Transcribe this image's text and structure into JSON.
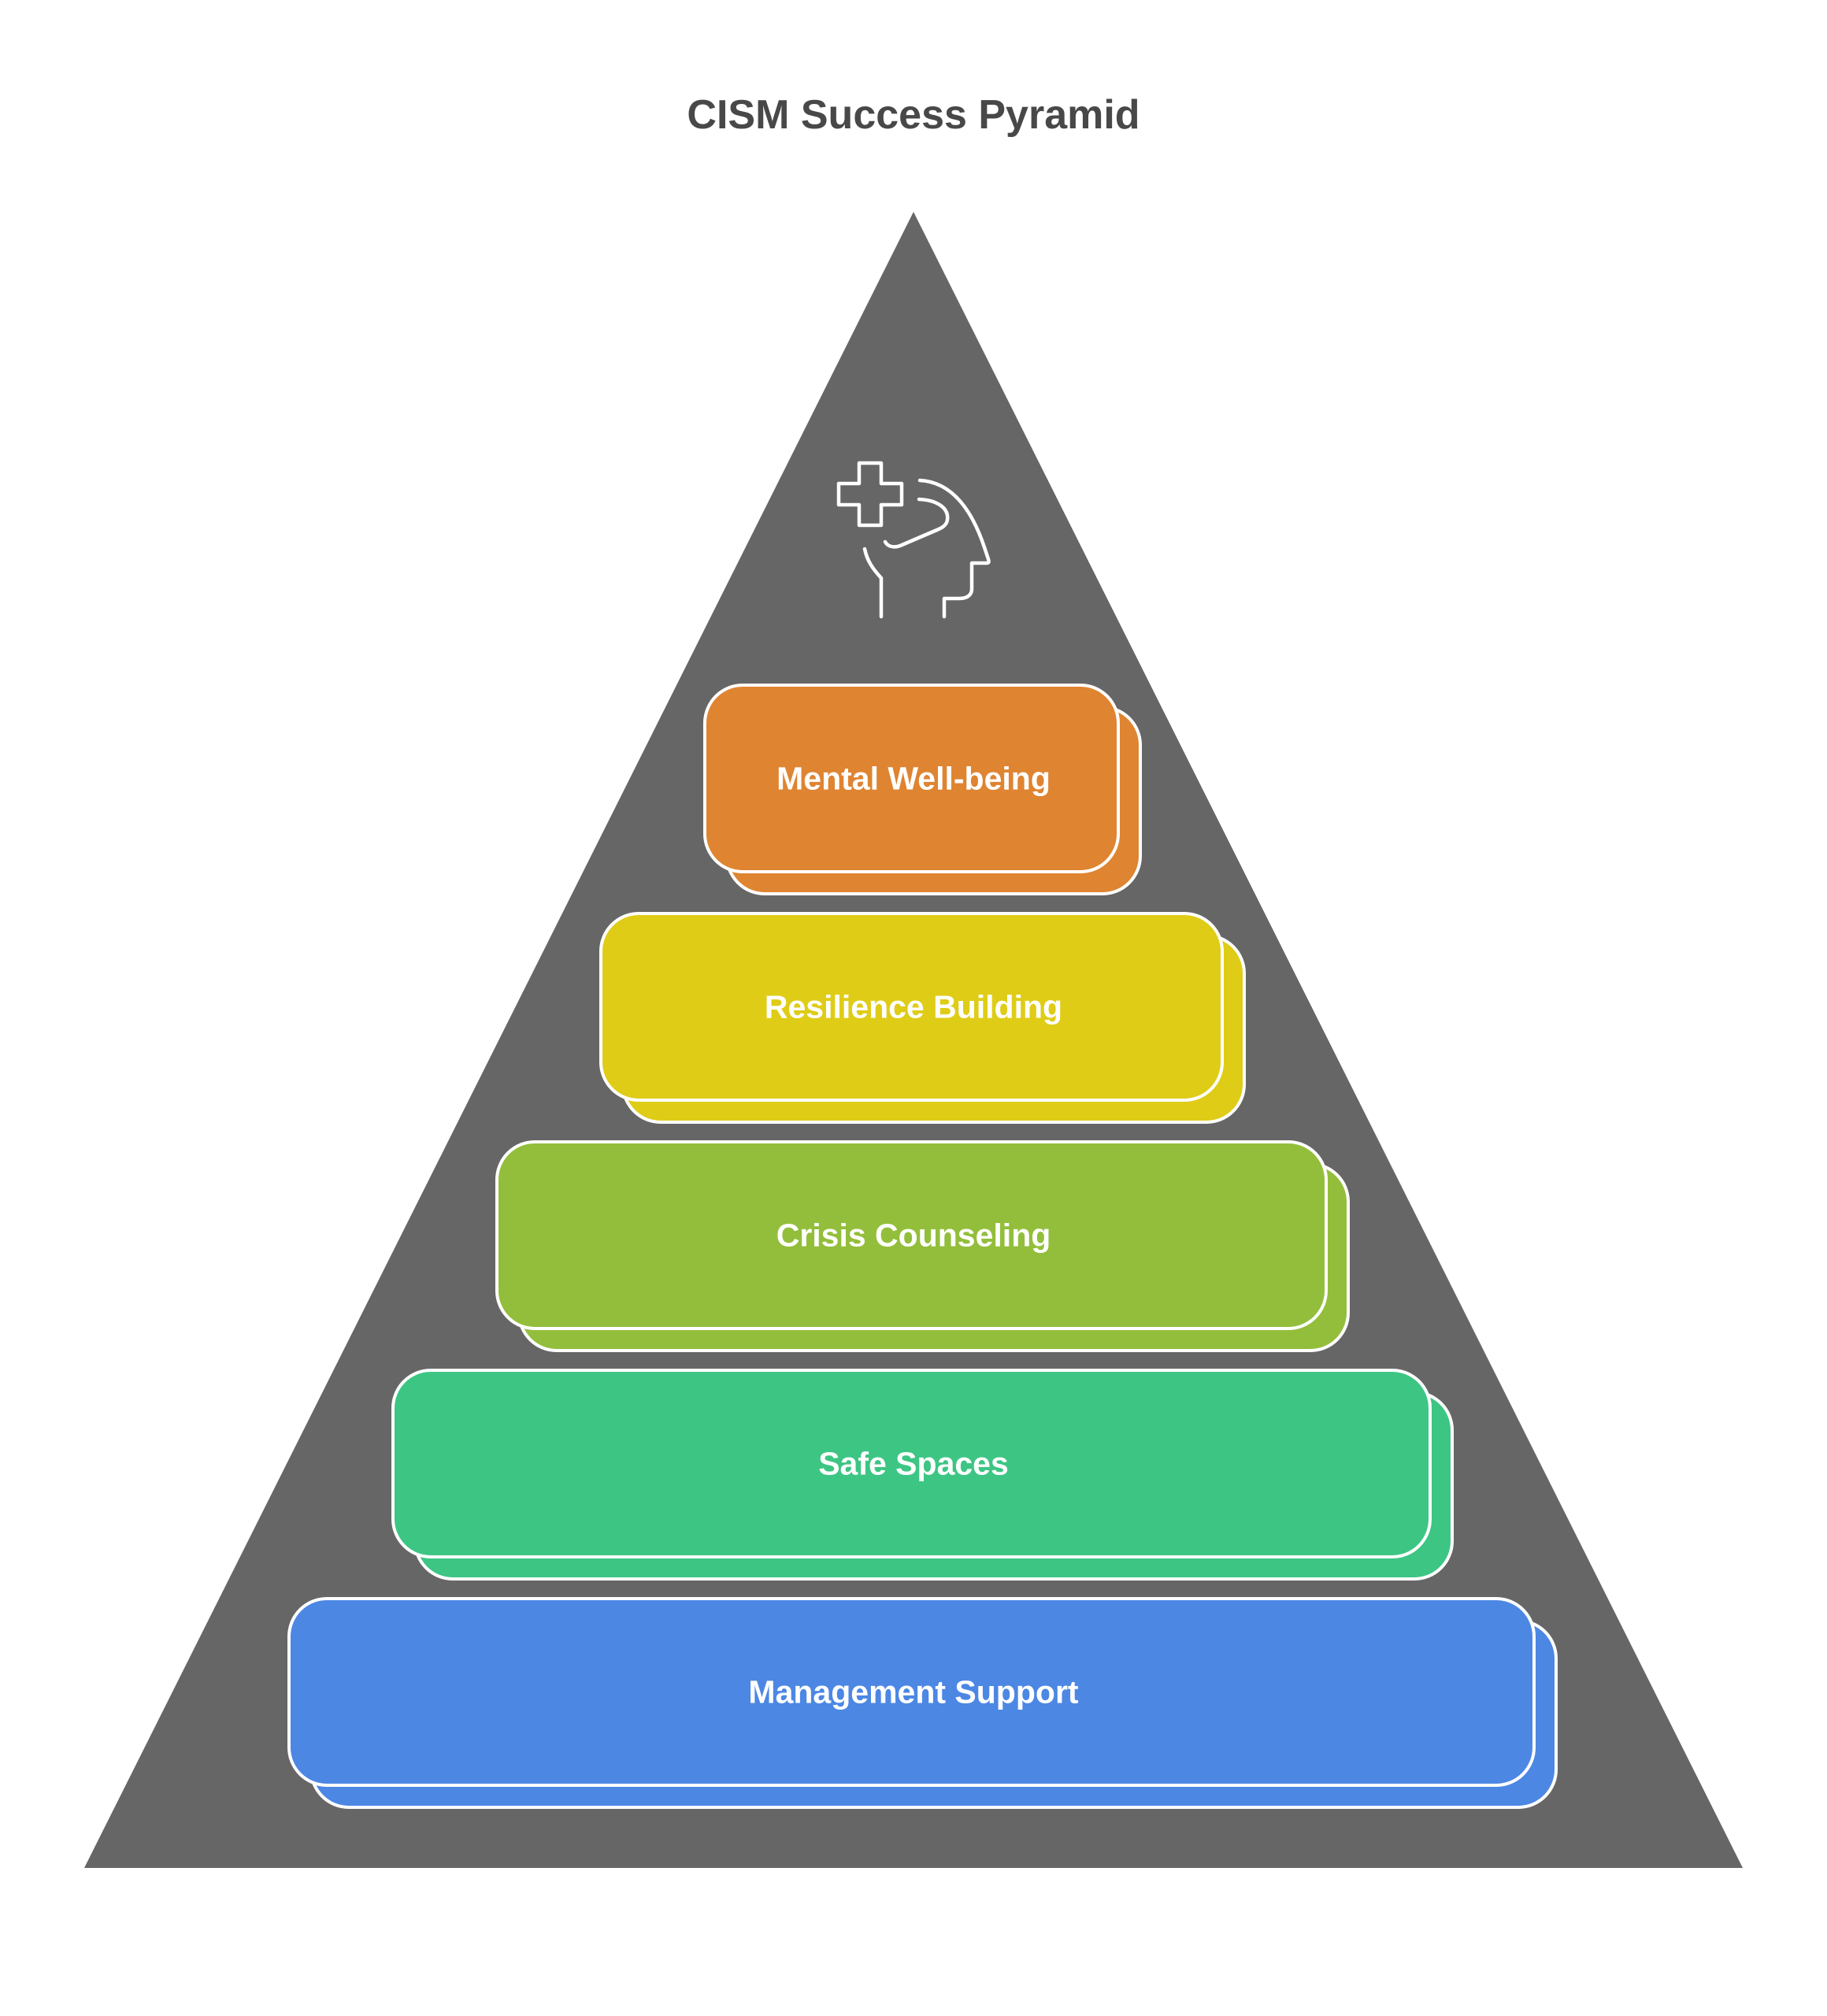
{
  "title": "CISM Success Pyramid",
  "pyramid": {
    "fill": "#666666",
    "icon": "mental-health-head-cross-icon",
    "tiers": [
      {
        "label": "Mental Well-being",
        "color": "#DF8431"
      },
      {
        "label": "Resilience Building",
        "color": "#DFCC17"
      },
      {
        "label": "Crisis Counseling",
        "color": "#93BE3B"
      },
      {
        "label": "Safe Spaces",
        "color": "#3DC584"
      },
      {
        "label": "Management Support",
        "color": "#4C87E4"
      }
    ]
  }
}
